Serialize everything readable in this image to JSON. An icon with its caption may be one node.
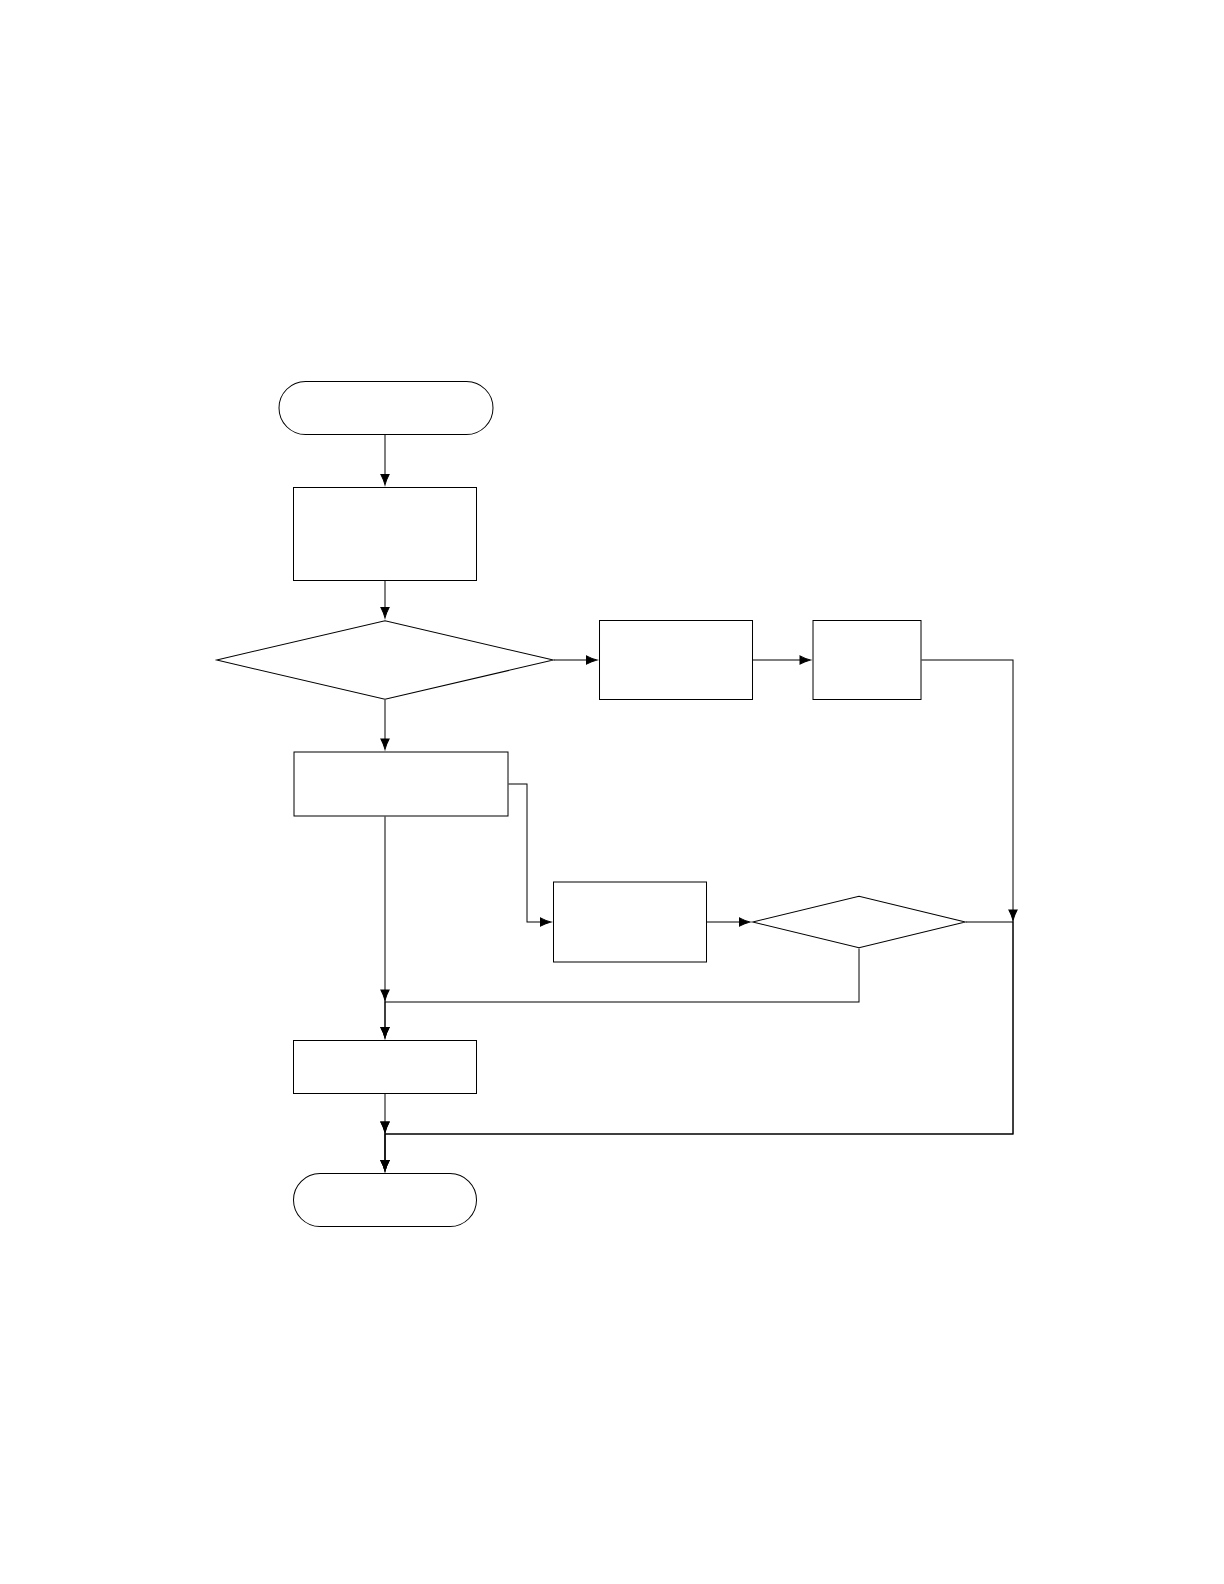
{
  "diagram": {
    "nodes": [
      {
        "text": [],
        "shape": "oval"
      },
      {
        "text": [],
        "shape": "box"
      },
      {
        "text": [],
        "shape": "diamond"
      },
      {
        "text": [],
        "shape": "box"
      },
      {
        "text": [],
        "shape": "box"
      },
      {
        "text": [],
        "shape": "box"
      },
      {
        "text": [],
        "shape": "box"
      },
      {
        "text": [],
        "shape": "diamond"
      },
      {
        "text": [],
        "shape": "box"
      },
      {
        "text": [],
        "shape": "oval"
      }
    ],
    "edges": [
      {
        "from": 0,
        "to": 1,
        "arrow": "to"
      },
      {
        "from": 1,
        "to": 2,
        "arrow": "to"
      },
      {
        "from": 2,
        "to": 3,
        "arrow": "to"
      },
      {
        "from": 3,
        "to": 4,
        "arrow": "to"
      },
      {
        "from": 2,
        "to": 5,
        "arrow": "to"
      },
      {
        "from": 5,
        "to": 8,
        "arrow": "to"
      },
      {
        "from": 5,
        "to": 6,
        "arrow": "to"
      },
      {
        "from": 6,
        "to": 7,
        "arrow": "to"
      },
      {
        "from": 7,
        "to": 8,
        "arrow": "to"
      },
      {
        "from": 7,
        "to": 9,
        "arrow": "to"
      },
      {
        "from": 4,
        "to": 9,
        "arrow": "to"
      },
      {
        "from": 8,
        "to": 9,
        "arrow": "to"
      }
    ]
  }
}
